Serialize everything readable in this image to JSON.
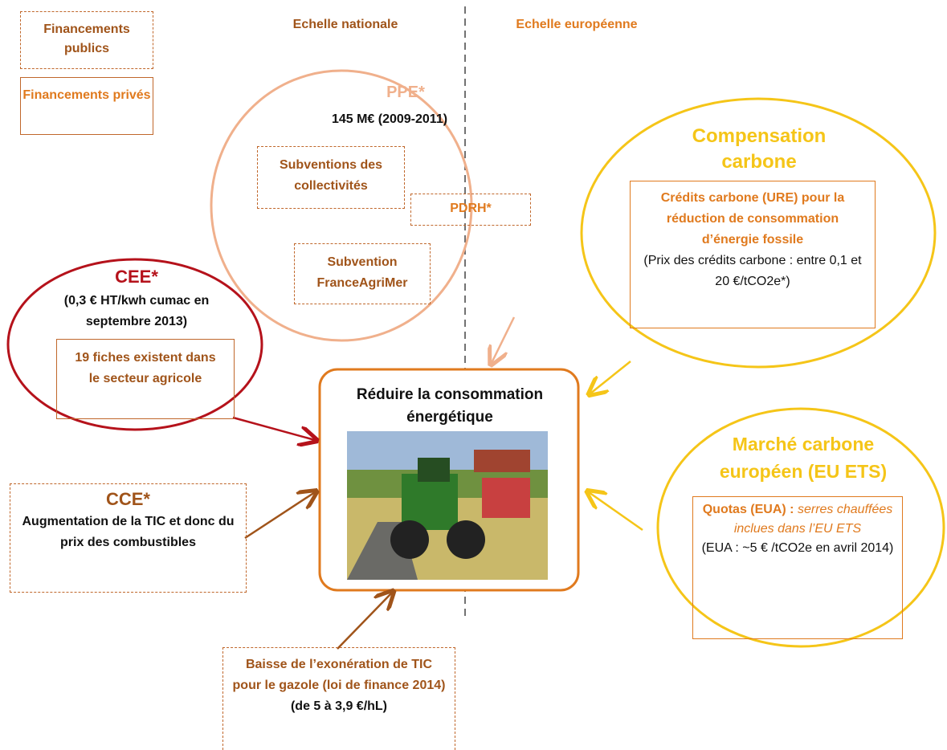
{
  "legend": {
    "public": "Financements publics",
    "private": "Financements privés"
  },
  "headers": {
    "national": "Echelle nationale",
    "european": "Echelle européenne"
  },
  "ppe": {
    "title": "PPE*",
    "amount": "145 M€ (2009-2011)",
    "subventions_collectivites": "Subventions des collectivités",
    "pdrh": "PDRH*",
    "franceagrimer": "Subvention FranceAgriMer"
  },
  "compensation": {
    "title_line1": "Compensation",
    "title_line2": "carbone",
    "credits": "Crédits carbone (URE) pour la réduction de consommation d’énergie fossile",
    "price": "(Prix des crédits carbone : entre 0,1 et 20 €/tCO2e*)"
  },
  "cee": {
    "title": "CEE*",
    "rate": "(0,3 € HT/kwh cumac en septembre 2013)",
    "fiches": "19 fiches existent dans le secteur agricole"
  },
  "center": {
    "title": "Réduire la consommation énergétique"
  },
  "marche": {
    "title_line1": "Marché carbone",
    "title_line2": "européen (EU ETS)",
    "quotas_label": "Quotas (EUA) :",
    "quotas_text": "serres chauffées inclues dans l’EU ETS",
    "price": "(EUA : ~5 € /tCO2e en avril 2014)"
  },
  "cce": {
    "title": "CCE*",
    "text": "Augmentation de la TIC et donc du prix des combustibles"
  },
  "baisse": {
    "text": "Baisse de l’exonération de TIC pour le gazole (loi de finance 2014)",
    "value": "(de 5 à 3,9 €/hL)"
  },
  "colors": {
    "brown": "#a0541a",
    "orange": "#e07a1e",
    "peach": "#f0b08c",
    "yellow": "#f5c518",
    "red": "#b5121b",
    "center_border": "#e07a1e"
  }
}
